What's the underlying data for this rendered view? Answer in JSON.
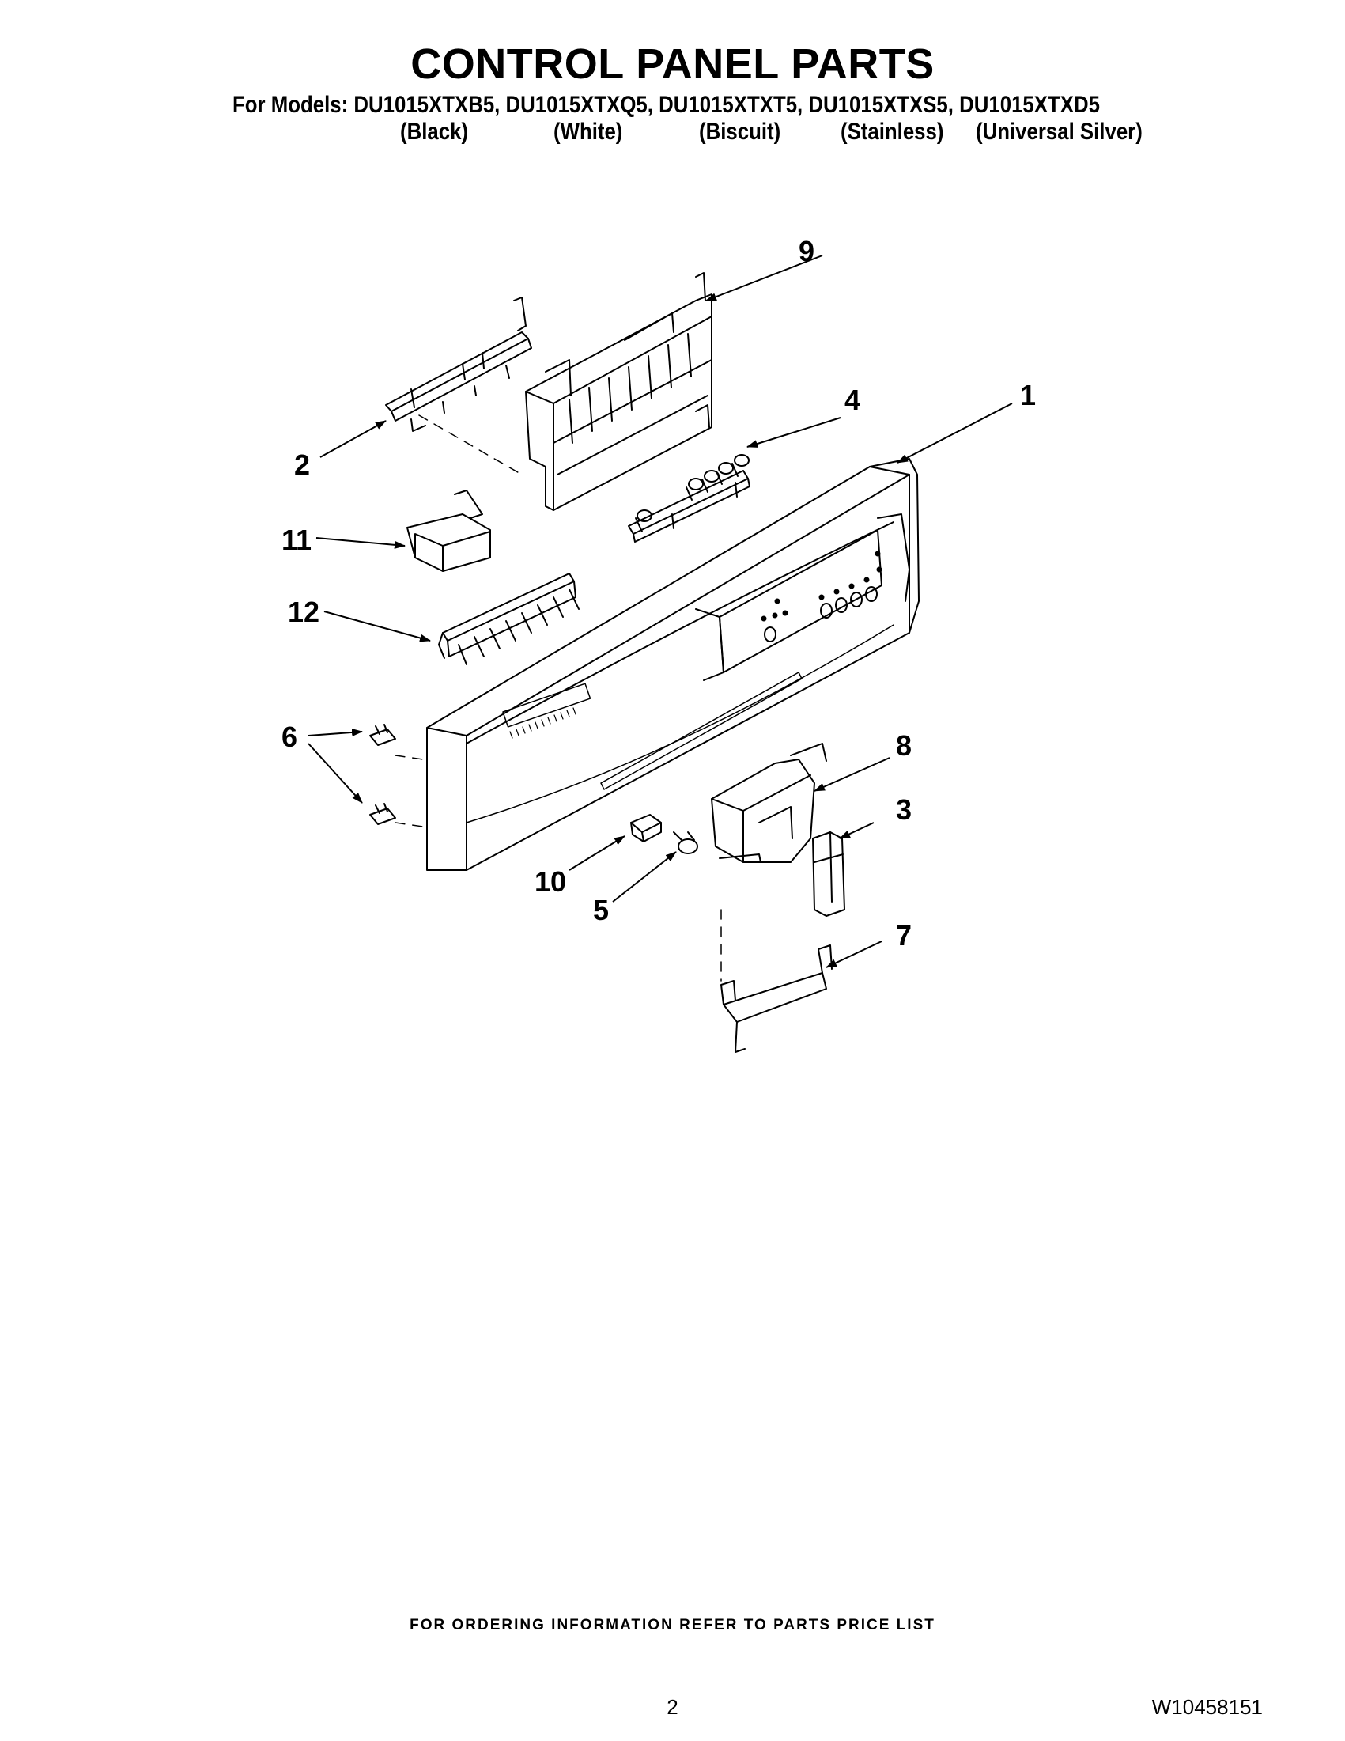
{
  "header": {
    "title": "CONTROL PANEL PARTS",
    "models_line": "For Models: DU1015XTXB5, DU1015XTXQ5, DU1015XTXT5, DU1015XTXS5, DU1015XTXD5",
    "color_labels": [
      "(Black)",
      "(White)",
      "(Biscuit)",
      "(Stainless)",
      "(Universal Silver)"
    ]
  },
  "callouts": [
    "1",
    "2",
    "3",
    "4",
    "5",
    "6",
    "7",
    "8",
    "9",
    "10",
    "11",
    "12"
  ],
  "footer": {
    "ordering_note": "FOR ORDERING INFORMATION REFER TO PARTS PRICE LIST",
    "page_number": "2",
    "document_number": "W10458151"
  }
}
